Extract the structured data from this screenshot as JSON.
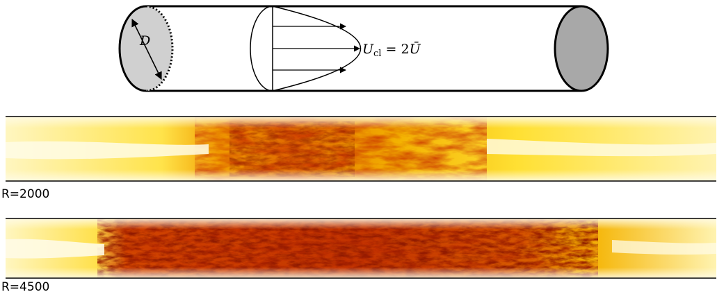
{
  "diagram": {
    "diameter_label": "D",
    "centerline_label_main": "U",
    "centerline_label_sub": "cl",
    "centerline_label_eq": " = 2",
    "centerline_label_ubar": "Ū"
  },
  "panels": [
    {
      "label": "R=2000",
      "colormap": [
        "#fffbe0",
        "#ffe600",
        "#f59a00",
        "#c62a00",
        "#5a0b00"
      ]
    },
    {
      "label": "R=4500",
      "colormap": [
        "#fffbe0",
        "#ffe600",
        "#f59a00",
        "#c62a00",
        "#5a0b00"
      ]
    }
  ],
  "colors": {
    "pipe_end_fill": "#d0d0d0",
    "pipe_end_fill_right": "#a8a8a8",
    "stroke": "#000000"
  }
}
